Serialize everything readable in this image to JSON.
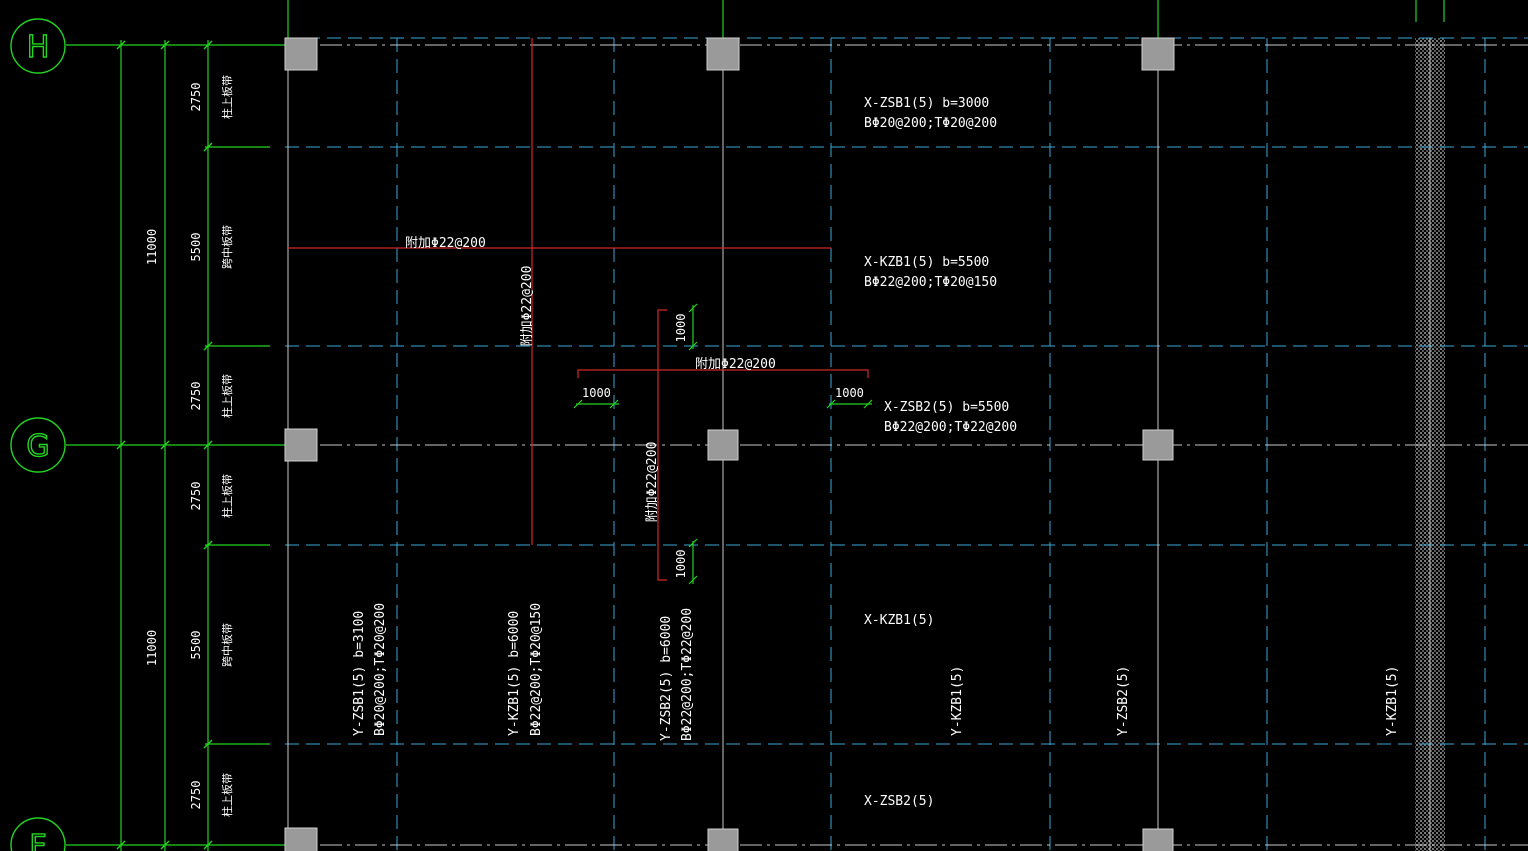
{
  "colors": {
    "background": "#000000",
    "axis_green": "#22d322",
    "grid_blue": "#3aa9d8",
    "rebar_red": "#d02828",
    "column_gray": "#9a9a9a",
    "text_white": "#ffffff"
  },
  "axes": {
    "H": "H",
    "G": "G",
    "F": "F"
  },
  "dimensions": {
    "d2750_a": "2750",
    "d5500_a": "5500",
    "d2750_b": "2750",
    "d2750_c": "2750",
    "d5500_b": "5500",
    "d2750_d": "2750",
    "d11000_a": "11000",
    "d11000_b": "11000"
  },
  "strip_labels": {
    "s1": "柱上板带",
    "s2": "跨中板带",
    "s3": "柱上板带",
    "s4": "柱上板带",
    "s5": "跨中板带",
    "s6": "柱上板带"
  },
  "x_strips": {
    "zsb1_name": "X-ZSB1(5) b=3000",
    "zsb1_rebar": "BΦ20@200;TΦ20@200",
    "kzb1_name": "X-KZB1(5) b=5500",
    "kzb1_rebar": "BΦ22@200;TΦ20@150",
    "zsb2_name": "X-ZSB2(5) b=5500",
    "zsb2_rebar": "BΦ22@200;TΦ22@200",
    "kzb1_short": "X-KZB1(5)",
    "zsb2_short": "X-ZSB2(5)"
  },
  "y_strips": {
    "zsb1_name": "Y-ZSB1(5) b=3100",
    "zsb1_rebar": "BΦ20@200;TΦ20@200",
    "kzb1_name": "Y-KZB1(5) b=6000",
    "kzb1_rebar": "BΦ22@200;TΦ20@150",
    "zsb2_name": "Y-ZSB2(5) b=6000",
    "zsb2_rebar": "BΦ22@200;TΦ22@200",
    "kzb1_short_a": "Y-KZB1(5)",
    "zsb2_short": "Y-ZSB2(5)",
    "kzb1_short_b": "Y-KZB1(5)"
  },
  "additional_rebar": {
    "h_long": "附加Φ22@200",
    "v_long": "附加Φ22@200",
    "h_short": "附加Φ22@200",
    "v_short": "附加Φ22@200",
    "ext_left": "1000",
    "ext_right": "1000",
    "ext_top": "1000",
    "ext_bottom": "1000"
  }
}
